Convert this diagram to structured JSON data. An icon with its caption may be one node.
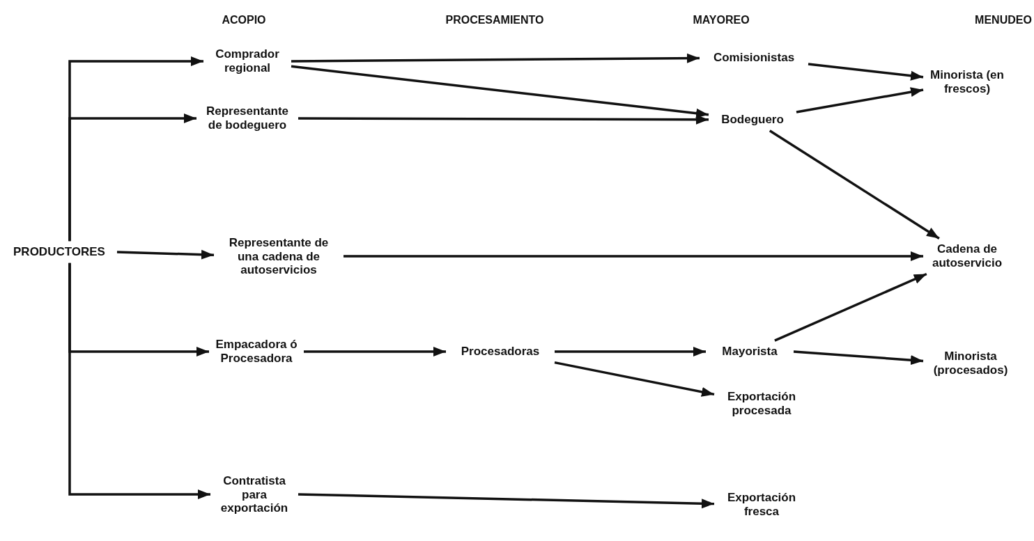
{
  "diagram": {
    "nodes": [
      {
        "text": [
          "PRODUCTORES"
        ]
      },
      {
        "text": [
          "Comprador regional"
        ]
      },
      {
        "text": [
          "Representante de bodeguero"
        ]
      },
      {
        "text": [
          "Representante de una cadena de autoservicios"
        ]
      },
      {
        "text": [
          "Empacadora ó Procesadora"
        ]
      },
      {
        "text": [
          "Contratista para exportación"
        ]
      },
      {
        "text": [
          "Procesadoras"
        ]
      },
      {
        "text": [
          "Comisionistas"
        ]
      },
      {
        "text": [
          "Bodeguero"
        ]
      },
      {
        "text": [
          "Mayorista"
        ]
      },
      {
        "text": [
          "Exportación procesada"
        ]
      },
      {
        "text": [
          "Exportación fresca"
        ]
      },
      {
        "text": [
          "Minorista (en frescos)"
        ]
      },
      {
        "text": [
          "Cadena de autoservicio"
        ]
      },
      {
        "text": [
          "Minorista (procesados)"
        ]
      }
    ],
    "edges": [
      {
        "from": 0,
        "to": 1,
        "arrow": "to"
      },
      {
        "from": 0,
        "to": 2,
        "arrow": "to"
      },
      {
        "from": 0,
        "to": 3,
        "arrow": "to"
      },
      {
        "from": 0,
        "to": 4,
        "arrow": "to"
      },
      {
        "from": 0,
        "to": 5,
        "arrow": "to"
      },
      {
        "from": 1,
        "to": 7,
        "arrow": "to"
      },
      {
        "from": 1,
        "to": 8,
        "arrow": "to"
      },
      {
        "from": 2,
        "to": 8,
        "arrow": "to"
      },
      {
        "from": 3,
        "to": 13,
        "arrow": "to"
      },
      {
        "from": 4,
        "to": 6,
        "arrow": "to"
      },
      {
        "from": 6,
        "to": 9,
        "arrow": "to"
      },
      {
        "from": 6,
        "to": 10,
        "arrow": "to"
      },
      {
        "from": 5,
        "to": 11,
        "arrow": "to"
      },
      {
        "from": 7,
        "to": 12,
        "arrow": "to"
      },
      {
        "from": 8,
        "to": 12,
        "arrow": "to"
      },
      {
        "from": 8,
        "to": 13,
        "arrow": "to"
      },
      {
        "from": 9,
        "to": 13,
        "arrow": "to"
      },
      {
        "from": 9,
        "to": 14,
        "arrow": "to"
      }
    ],
    "labels": [
      "ACOPIO",
      "PROCESAMIENTO",
      "MAYOREO",
      "MENUDEO"
    ]
  }
}
